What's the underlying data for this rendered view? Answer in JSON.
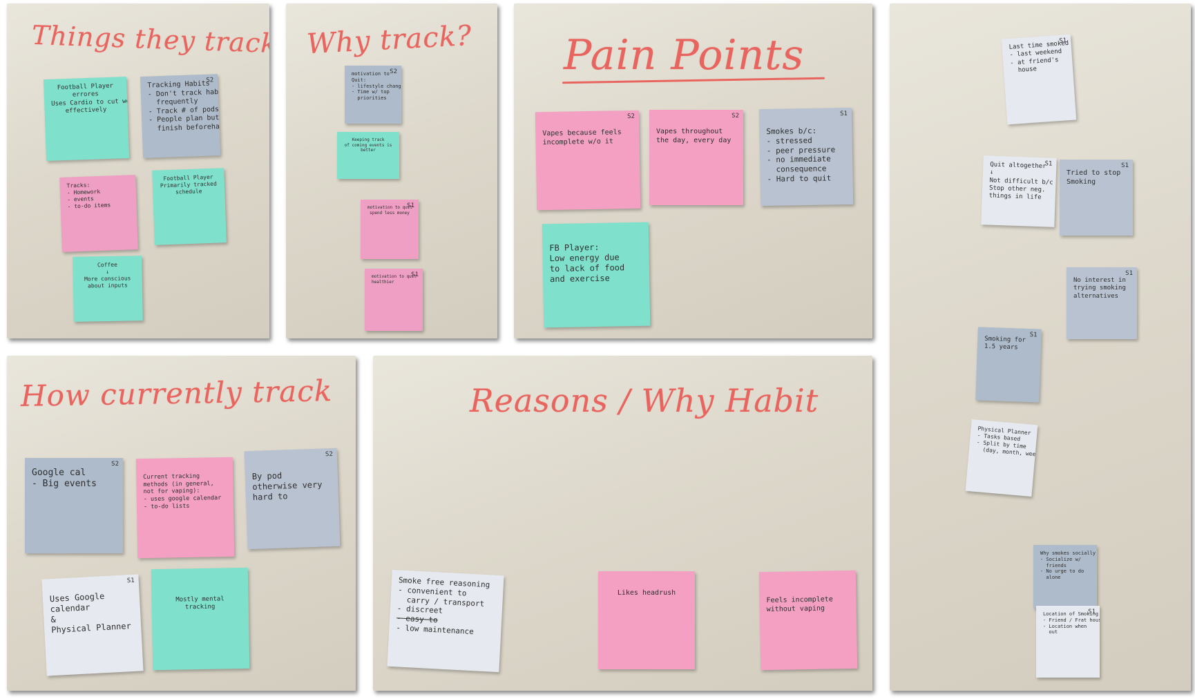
{
  "panels": {
    "things": {
      "title": "Things they track",
      "notes": [
        {
          "tag": "",
          "lines": [
            "Football Player",
            "errores",
            "Uses Cardio to cut weight",
            "effectively"
          ]
        },
        {
          "tag": "S2",
          "lines": [
            "Tracking Habits",
            "- Don't track habits",
            "  frequently",
            "- Track # of pods",
            "- People plan but",
            "  finish beforehand"
          ]
        },
        {
          "tag": "",
          "lines": [
            "Tracks:",
            "- Homework",
            "- events",
            "- to-do items"
          ]
        },
        {
          "tag": "",
          "lines": [
            "Football Player",
            "Primarily tracked",
            "schedule"
          ]
        },
        {
          "tag": "",
          "lines": [
            "Coffee",
            "↓",
            "More conscious",
            "about inputs"
          ]
        }
      ]
    },
    "why": {
      "title": "Why track?",
      "notes": [
        {
          "tag": "S2",
          "lines": [
            "motivation to",
            "Quit:",
            "- lifestyle change",
            "- Time w/ top",
            "  priorities"
          ]
        },
        {
          "tag": "",
          "lines": [
            "Keeping track",
            "of coming events is",
            "better"
          ]
        },
        {
          "tag": "S1",
          "lines": [
            "motivation to quit",
            "spend less money"
          ]
        },
        {
          "tag": "S1",
          "lines": [
            "motivation to quit",
            "healthier"
          ]
        }
      ]
    },
    "pain": {
      "title": "Pain Points",
      "notes": [
        {
          "tag": "S2",
          "lines": [
            "Vapes because feels",
            "incomplete w/o it"
          ]
        },
        {
          "tag": "S2",
          "lines": [
            "Vapes throughout",
            "the day, every day"
          ]
        },
        {
          "tag": "S1",
          "lines": [
            "Smokes b/c:",
            "- stressed",
            "- peer pressure",
            "- no immediate",
            "  consequence",
            "- Hard to quit"
          ]
        },
        {
          "tag": "",
          "lines": [
            "FB Player:",
            "Low energy due",
            "to lack of food",
            "and exercise"
          ]
        }
      ]
    },
    "right": {
      "notes": [
        {
          "tag": "S1",
          "lines": [
            "Last time smoked",
            "- last weekend",
            "- at friend's",
            "  house"
          ]
        },
        {
          "tag": "S1",
          "lines": [
            "Quit altogether",
            "↓",
            "Not difficult b/c",
            "Stop other neg.",
            "things in life"
          ]
        },
        {
          "tag": "S1",
          "lines": [
            "Tried to stop",
            "Smoking"
          ]
        },
        {
          "tag": "S1",
          "lines": [
            "No interest in",
            "trying smoking",
            "alternatives"
          ]
        },
        {
          "tag": "S1",
          "lines": [
            "Smoking for",
            "1.5 years"
          ]
        },
        {
          "tag": "",
          "lines": [
            "Physical Planner",
            "- Tasks based",
            "- Split by time",
            "  (day, month, week"
          ]
        },
        {
          "tag": "",
          "lines": [
            "Why smokes socially",
            "- Socialize w/",
            "  friends",
            "- No urge to do",
            "  alone"
          ]
        },
        {
          "tag": "S1",
          "lines": [
            "Location of Smoking",
            "- Friend / Frat house",
            "- Location when",
            "  out"
          ]
        }
      ]
    },
    "how": {
      "title": "How currently track",
      "notes": [
        {
          "tag": "S2",
          "lines": [
            "Google cal",
            "- Big events"
          ]
        },
        {
          "tag": "",
          "lines": [
            "Current tracking",
            "methods (in general,",
            "not for vaping):",
            "- uses google calendar",
            "- to-do lists"
          ]
        },
        {
          "tag": "S2",
          "lines": [
            "By pod",
            "otherwise very",
            "hard to"
          ]
        },
        {
          "tag": "S1",
          "lines": [
            "Uses Google",
            "calendar",
            "&",
            "Physical Planner"
          ]
        },
        {
          "tag": "",
          "lines": [
            "Mostly mental",
            "tracking"
          ]
        }
      ]
    },
    "reasons": {
      "title": "Reasons / Why Habit",
      "notes": [
        {
          "tag": "",
          "lines": [
            "Smoke free reasoning",
            "- convenient to",
            "  carry / transport",
            "- discreet",
            "- easy to",
            "- low maintenance"
          ]
        },
        {
          "tag": "",
          "lines": [
            "Likes headrush"
          ]
        },
        {
          "tag": "",
          "lines": [
            "Feels incomplete",
            "without vaping"
          ]
        }
      ]
    }
  },
  "colors": {
    "marker": "#e8655f",
    "blue_note": "#aebbcb",
    "pink_note": "#ee9fc3",
    "green_note": "#7fe1cc",
    "white_note": "#e6e9f0"
  }
}
